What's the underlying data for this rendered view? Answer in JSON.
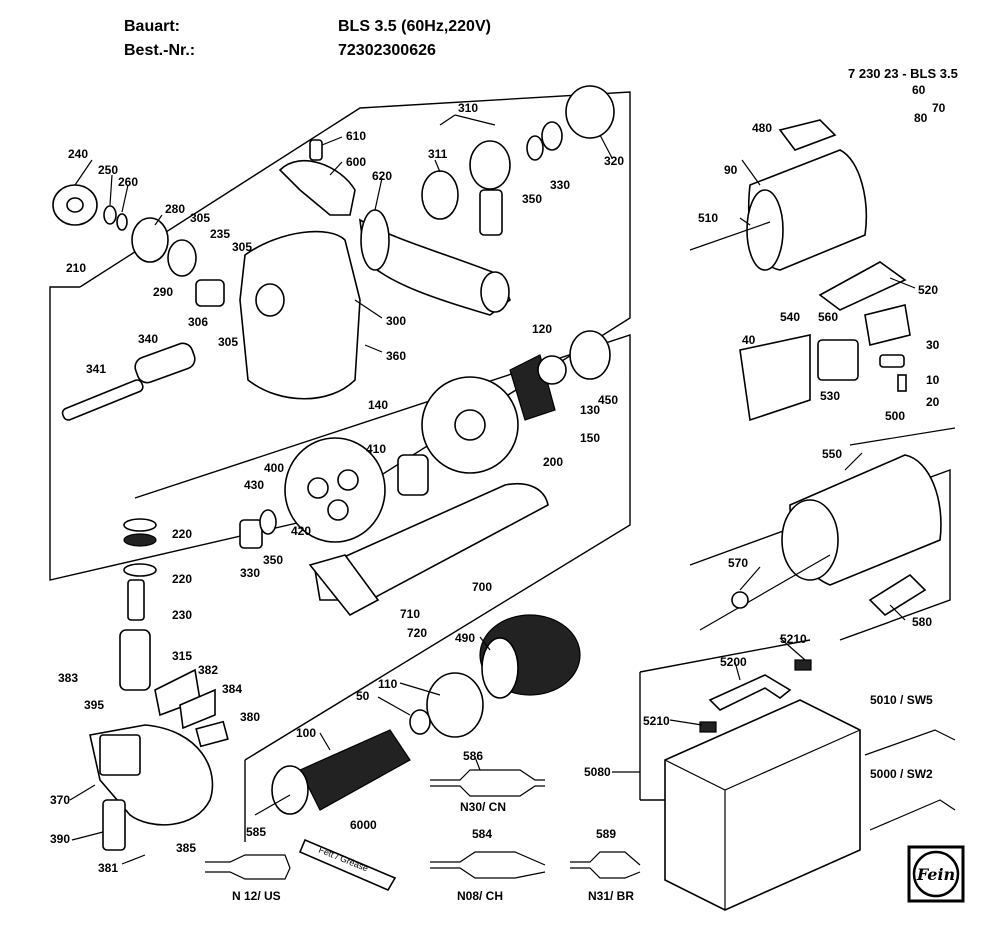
{
  "header": {
    "type_label": "Bauart:",
    "type_value": "BLS 3.5 (60Hz,220V)",
    "order_label": "Best.-Nr.:",
    "order_value": "72302300626"
  },
  "model_code": "7 230 23 - BLS 3.5",
  "part_labels": [
    "240",
    "250",
    "260",
    "210",
    "280",
    "305",
    "235",
    "305",
    "290",
    "306",
    "305",
    "610",
    "600",
    "620",
    "300",
    "360",
    "310",
    "311",
    "350",
    "330",
    "320",
    "340",
    "341",
    "120",
    "140",
    "410",
    "130",
    "150",
    "450",
    "200",
    "400",
    "430",
    "350",
    "330",
    "420",
    "700",
    "710",
    "720",
    "220",
    "220",
    "230",
    "315",
    "383",
    "382",
    "384",
    "395",
    "380",
    "370",
    "390",
    "381",
    "385",
    "480",
    "60",
    "80",
    "70",
    "90",
    "510",
    "520",
    "540",
    "560",
    "40",
    "30",
    "10",
    "530",
    "20",
    "500",
    "550",
    "570",
    "580",
    "490",
    "110",
    "50",
    "100",
    "586",
    "585",
    "584",
    "589",
    "6000",
    "5200",
    "5210",
    "5210",
    "5080",
    "5010 / SW5",
    "5000 / SW2"
  ],
  "plug_labels": [
    "N30/ CN",
    "N 12/ US",
    "N08/ CH",
    "N31/ BR"
  ],
  "tube_text": "Fett / Grease",
  "logo_text": "Fein",
  "icons": [
    "fein-logo-icon"
  ]
}
